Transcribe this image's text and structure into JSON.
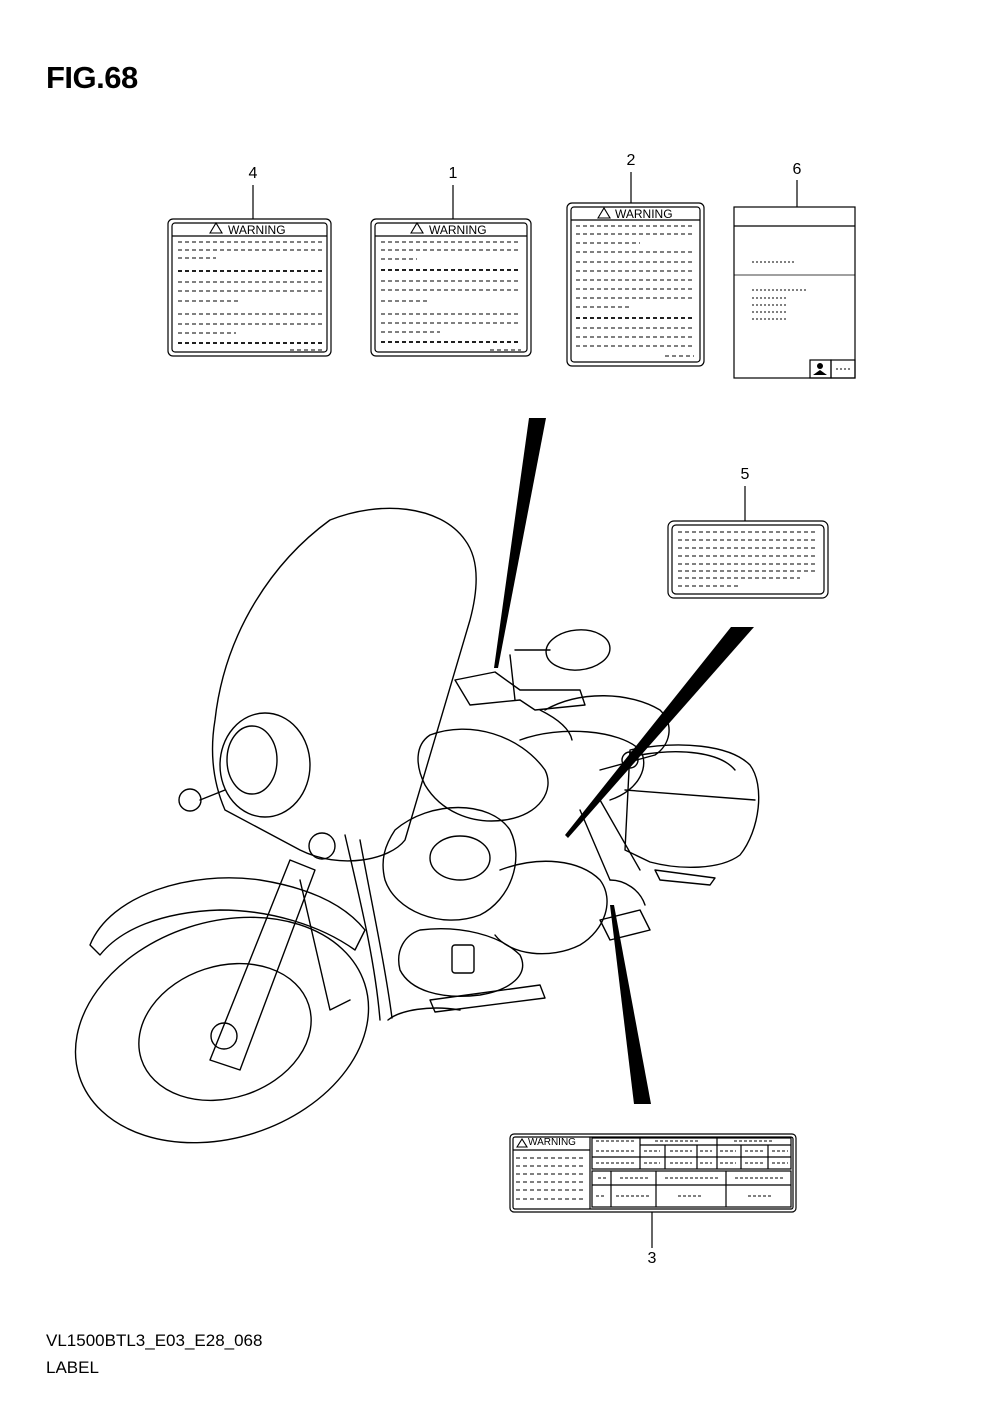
{
  "figure": {
    "title": "FIG.68",
    "code": "VL1500BTL3_E03_E28_068",
    "caption": "LABEL"
  },
  "labels": [
    {
      "number": "1",
      "header": "WARNING"
    },
    {
      "number": "2",
      "header": "WARNING"
    },
    {
      "number": "3",
      "header": "WARNING"
    },
    {
      "number": "4",
      "header": "WARNING"
    },
    {
      "number": "5",
      "header": ""
    },
    {
      "number": "6",
      "header": ""
    }
  ],
  "icons": [
    "warning-triangle-icon",
    "manual-reader-icon"
  ]
}
